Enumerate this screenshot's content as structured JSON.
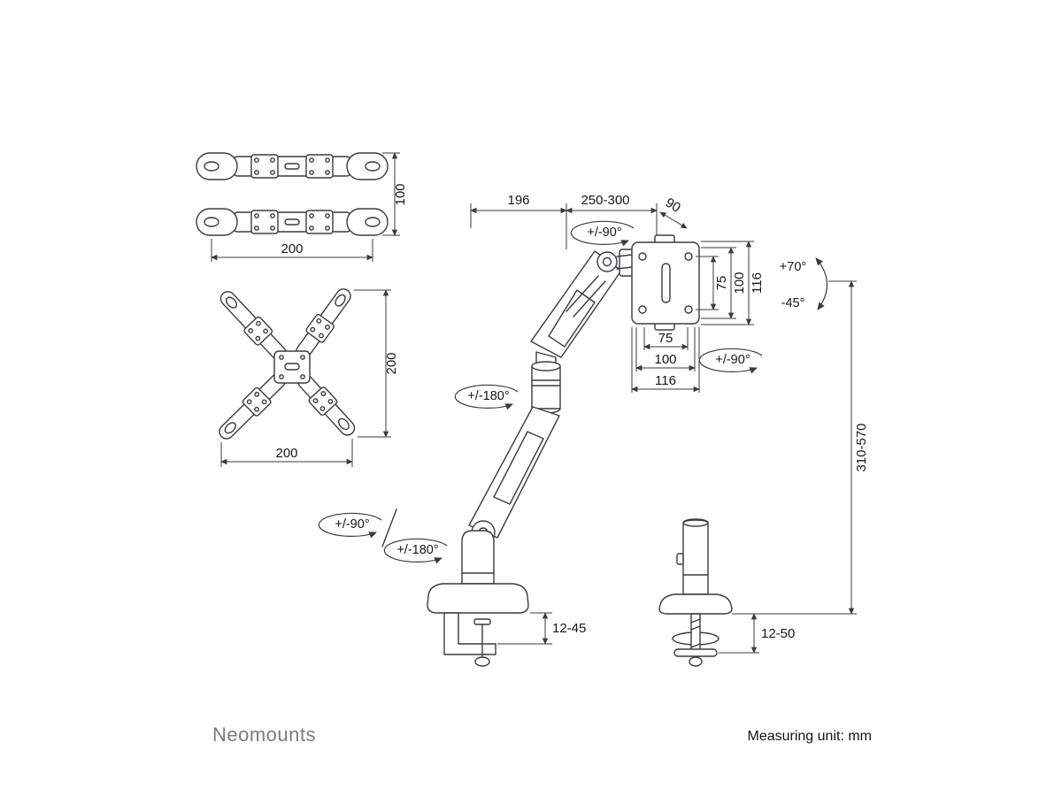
{
  "branding": {
    "logo": "Neomounts",
    "measuring_unit": "Measuring unit: mm"
  },
  "adapter_top": {
    "height": "100",
    "width": "200"
  },
  "adapter_x": {
    "height": "200",
    "width": "200"
  },
  "arm": {
    "upper_arm": "196",
    "extension": "250-300",
    "bracket_depth": "90",
    "height_range": "310-570"
  },
  "vesa": {
    "v75": "75",
    "v100": "100",
    "v116": "116",
    "h75": "75",
    "h100": "100",
    "h116": "116"
  },
  "rotation": {
    "elbow_swivel": "+/-90°",
    "mid_swivel": "+/-180°",
    "base_rotate": "+/-90°",
    "base_swivel": "+/-180°",
    "vesa_rotate": "+/-90°",
    "tilt_up": "+70°",
    "tilt_down": "-45°"
  },
  "mounting": {
    "clamp": "12-45",
    "grommet": "12-50"
  }
}
